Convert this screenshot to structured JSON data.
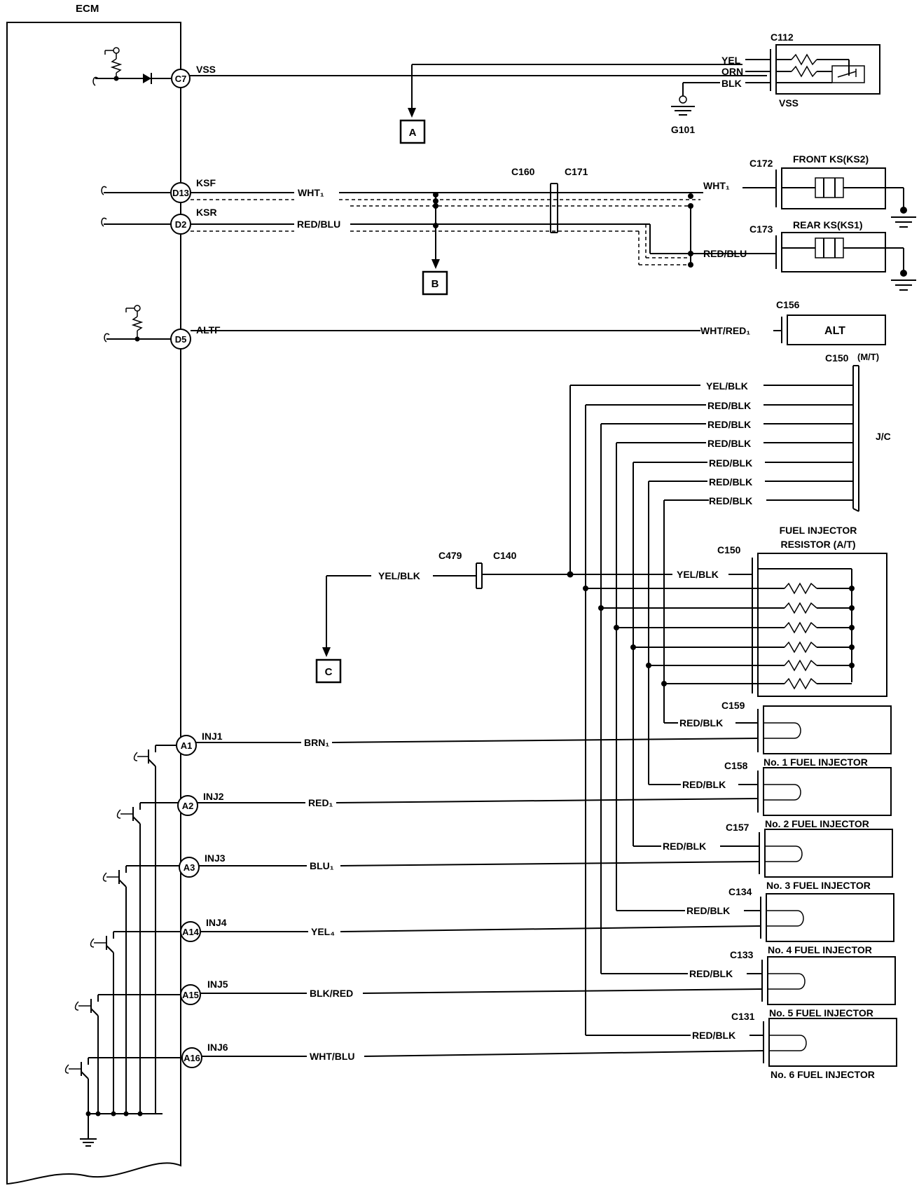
{
  "ecm": {
    "label": "ECM"
  },
  "pins": {
    "c7": "C7",
    "d13": "D13",
    "d2": "D2",
    "d5": "D5",
    "a1": "A1",
    "a2": "A2",
    "a3": "A3",
    "a14": "A14",
    "a15": "A15",
    "a16": "A16"
  },
  "signals": {
    "vss": "VSS",
    "ksf": "KSF",
    "ksr": "KSR",
    "altf": "ALTF",
    "inj1": "INJ1",
    "inj2": "INJ2",
    "inj3": "INJ3",
    "inj4": "INJ4",
    "inj5": "INJ5",
    "inj6": "INJ6"
  },
  "wires": {
    "vss_yel": "YEL",
    "vss_orn": "ORN",
    "vss_blk": "BLK",
    "ksf_left": "WHT₁",
    "ksf_right": "WHT₁",
    "ksr_left": "RED/BLU",
    "ksr_right": "RED/BLU",
    "altf": "WHT/RED₁",
    "jc": [
      "YEL/BLK",
      "RED/BLK",
      "RED/BLK",
      "RED/BLK",
      "RED/BLK",
      "RED/BLK",
      "RED/BLK"
    ],
    "c479_yelblk": "YEL/BLK",
    "resistor_yelblk": "YEL/BLK",
    "inj_feed": [
      "RED/BLK",
      "RED/BLK",
      "RED/BLK",
      "RED/BLK",
      "RED/BLK",
      "RED/BLK"
    ],
    "inj_ecm": [
      "BRN₁",
      "RED₁",
      "BLU₁",
      "YEL₄",
      "BLK/RED",
      "WHT/BLU"
    ]
  },
  "connectors": {
    "c112": "C112",
    "c160": "C160",
    "c171": "C171",
    "c172": "C172",
    "c173": "C173",
    "c156": "C156",
    "c150_mt": "C150",
    "c150_mt_suffix": "(M/T)",
    "c150_at": "C150",
    "c479": "C479",
    "c140": "C140",
    "c159": "C159",
    "c158": "C158",
    "c157": "C157",
    "c134": "C134",
    "c133": "C133",
    "c131": "C131"
  },
  "grounds": {
    "g101": "G101"
  },
  "offpage": {
    "a": "A",
    "b": "B",
    "c": "C"
  },
  "components": {
    "vss": "VSS",
    "front_ks": "FRONT KS(KS2)",
    "rear_ks": "REAR KS(KS1)",
    "alt": "ALT",
    "jc": "J/C",
    "resistor_line1": "FUEL INJECTOR",
    "resistor_line2": "RESISTOR (A/T)",
    "injectors": [
      "No. 1 FUEL INJECTOR",
      "No. 2 FUEL INJECTOR",
      "No. 3 FUEL INJECTOR",
      "No. 4 FUEL INJECTOR",
      "No. 5 FUEL INJECTOR",
      "No. 6 FUEL INJECTOR"
    ]
  }
}
